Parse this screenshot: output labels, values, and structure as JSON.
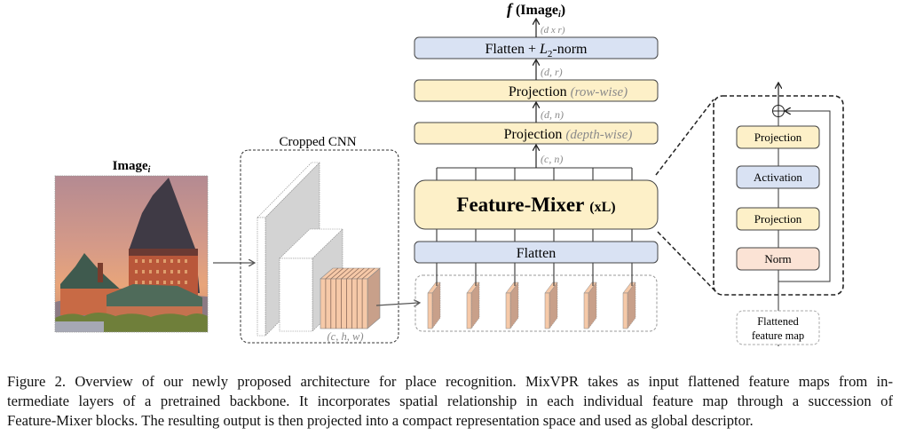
{
  "diagram": {
    "input": {
      "title": "Image",
      "title_sub": "i",
      "photo_description": "Château Frontenac at sunset"
    },
    "cnn": {
      "label": "Cropped CNN",
      "shape_label": "(c, h, w)"
    },
    "feature_maps": {
      "count": 6
    },
    "stack": {
      "flatten": "Flatten",
      "mixer_main": "Feature-Mixer",
      "mixer_suffix": "(xL)",
      "proj_depth_main": "Projection",
      "proj_depth_note": "(depth-wise)",
      "proj_row_main": "Projection",
      "proj_row_note": "(row-wise)",
      "l2_pre": "Flatten + ",
      "l2_L": "L",
      "l2_sub": "2",
      "l2_post": "-norm",
      "dim_cn": "(c, n)",
      "dim_dn": "(d, n)",
      "dim_dr": "(d, r)",
      "dim_dxr": "(d x r)",
      "output_f": "f",
      "output_arg": "Image",
      "output_sub": "i"
    },
    "mixer_block": {
      "layers": [
        "Projection",
        "Activation",
        "Projection",
        "Norm"
      ],
      "input_line1": "Flattened",
      "input_line2": "feature map"
    },
    "colors": {
      "yellow": "#fdf0c8",
      "blue": "#d9e2f3",
      "peach": "#fbe3d5",
      "gray_note": "#8a8a8a",
      "fmap_front": "#c8a08a",
      "fmap_edge": "#f6c9a8"
    }
  },
  "caption": {
    "lines": [
      "Figure 2. Overview of our newly proposed architecture for place recognition.  MixVPR takes as input flattened feature maps from in-",
      "termediate layers of a pretrained backbone.  It incorporates spatial relationship in each individual feature map through a succession of",
      "Feature-Mixer blocks. The resulting output is then projected into a compact representation space and used as global descriptor."
    ]
  }
}
